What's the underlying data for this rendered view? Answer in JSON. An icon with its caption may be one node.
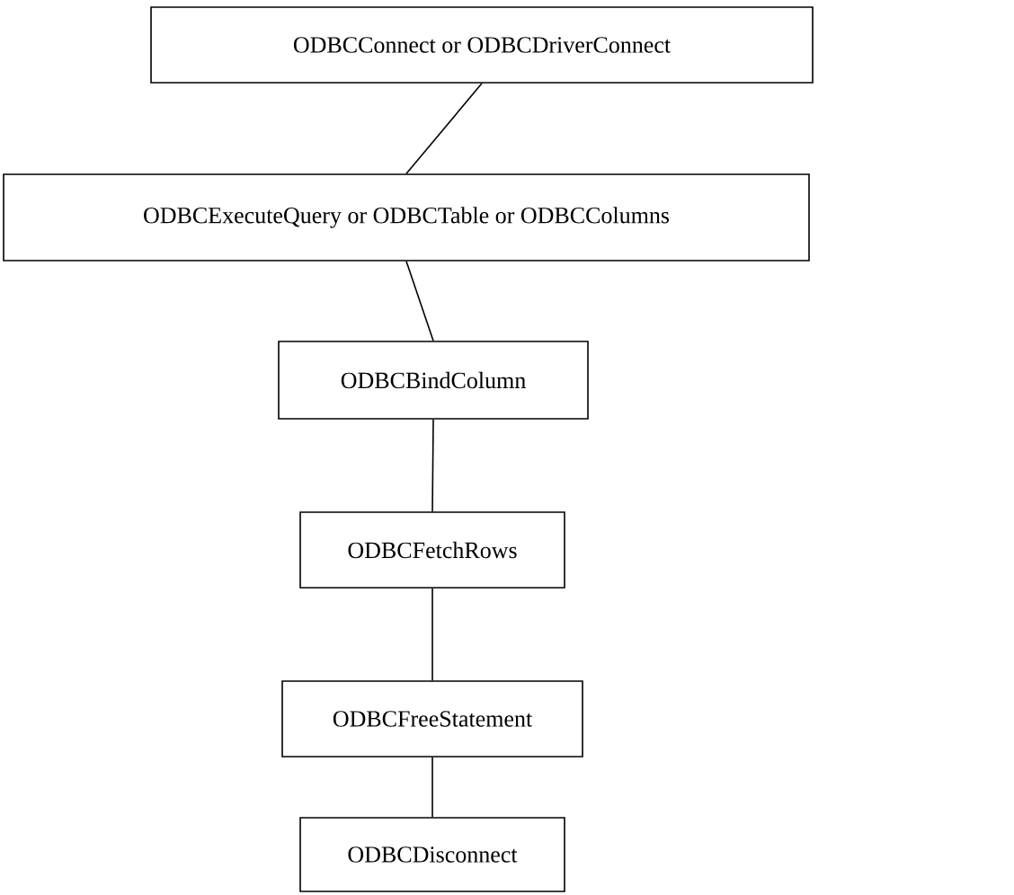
{
  "diagram": {
    "nodes": [
      {
        "text": [
          "ODBCConnect or ODBCDriverConnect"
        ]
      },
      {
        "text": [
          "ODBCExecuteQuery or ODBCTable or ODBCColumns"
        ]
      },
      {
        "text": [
          "ODBCBindColumn"
        ]
      },
      {
        "text": [
          "ODBCFetchRows"
        ]
      },
      {
        "text": [
          "ODBCFreeStatement"
        ]
      },
      {
        "text": [
          "ODBCDisconnect"
        ]
      }
    ],
    "edges": [
      {
        "from": 0,
        "to": 1,
        "arrow": "none"
      },
      {
        "from": 1,
        "to": 2,
        "arrow": "none"
      },
      {
        "from": 2,
        "to": 3,
        "arrow": "none"
      },
      {
        "from": 3,
        "to": 4,
        "arrow": "none"
      },
      {
        "from": 4,
        "to": 5,
        "arrow": "none"
      }
    ]
  }
}
